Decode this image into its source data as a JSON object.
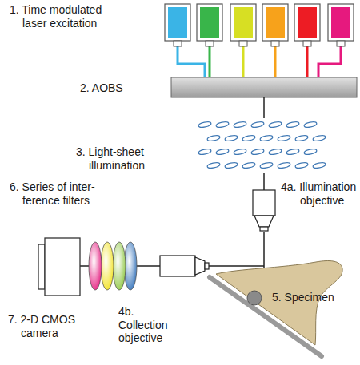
{
  "diagram": {
    "labels": [
      "1. Time modulated laser excitation",
      "2. AOBS",
      "3. Light-sheet illumination",
      "4a. Illumination objective",
      "4b. Collection objective",
      "5. Specimen",
      "6. Series of inter- ference filters",
      "7. 2-D CMOS camera"
    ]
  }
}
